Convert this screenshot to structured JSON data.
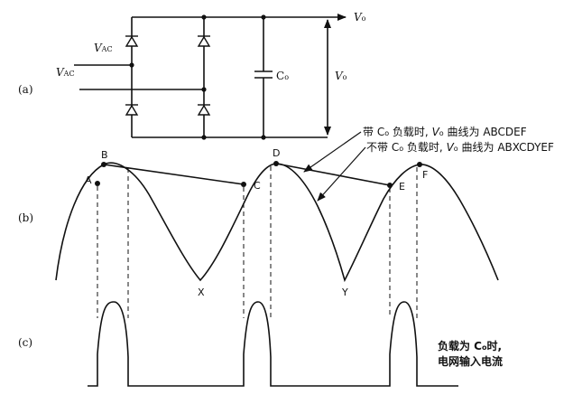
{
  "panels": {
    "a": "(a)",
    "b": "(b)",
    "c": "(c)"
  },
  "circuit": {
    "vac_main": "V",
    "vac_main_sub": "AC",
    "vac_inner": "V",
    "vac_inner_sub": "AC",
    "vo_top": "V",
    "vo_top_sub": "o",
    "vo_side": "V",
    "vo_side_sub": "o",
    "cap": "C",
    "cap_sub": "o"
  },
  "points": {
    "A": "A",
    "B": "B",
    "C": "C",
    "D": "D",
    "E": "E",
    "F": "F",
    "X": "X",
    "Y": "Y"
  },
  "notes": {
    "with_cap_pre": "带 C",
    "with_cap_sub": "o",
    "with_cap_mid": " 负载时, ",
    "with_cap_v": "V",
    "with_cap_vsub": "o",
    "with_cap_post": " 曲线为 ABCDEF",
    "without_cap_pre": "不带 C",
    "without_cap_sub": "o",
    "without_cap_mid": " 负载时, ",
    "without_cap_v": "V",
    "without_cap_vsub": "o",
    "without_cap_post": " 曲线为 ABXCDYEF",
    "current_line1_pre": "负载为 C",
    "current_line1_sub": "o",
    "current_line1_post": "时,",
    "current_line2": "电网输入电流"
  }
}
